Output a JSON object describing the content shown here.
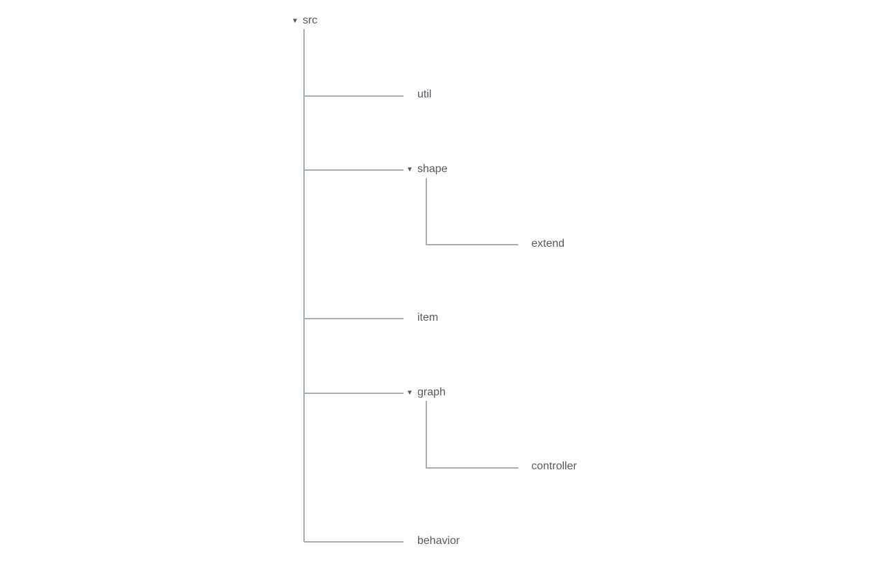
{
  "tree": {
    "root": {
      "label": "src",
      "expanded": true,
      "toggle_icon": "caret-down-icon",
      "toggle_glyph": "▼",
      "children": {
        "util": {
          "label": "util"
        },
        "shape": {
          "label": "shape",
          "expanded": true,
          "toggle_icon": "caret-down-icon",
          "toggle_glyph": "▼",
          "children": {
            "extend": {
              "label": "extend"
            }
          }
        },
        "item": {
          "label": "item"
        },
        "graph": {
          "label": "graph",
          "expanded": true,
          "toggle_icon": "caret-down-icon",
          "toggle_glyph": "▼",
          "children": {
            "controller": {
              "label": "controller"
            }
          }
        },
        "behavior": {
          "label": "behavior"
        }
      }
    },
    "colors": {
      "connector": "#a3adb6",
      "text": "#555a60",
      "background": "#ffffff"
    }
  }
}
